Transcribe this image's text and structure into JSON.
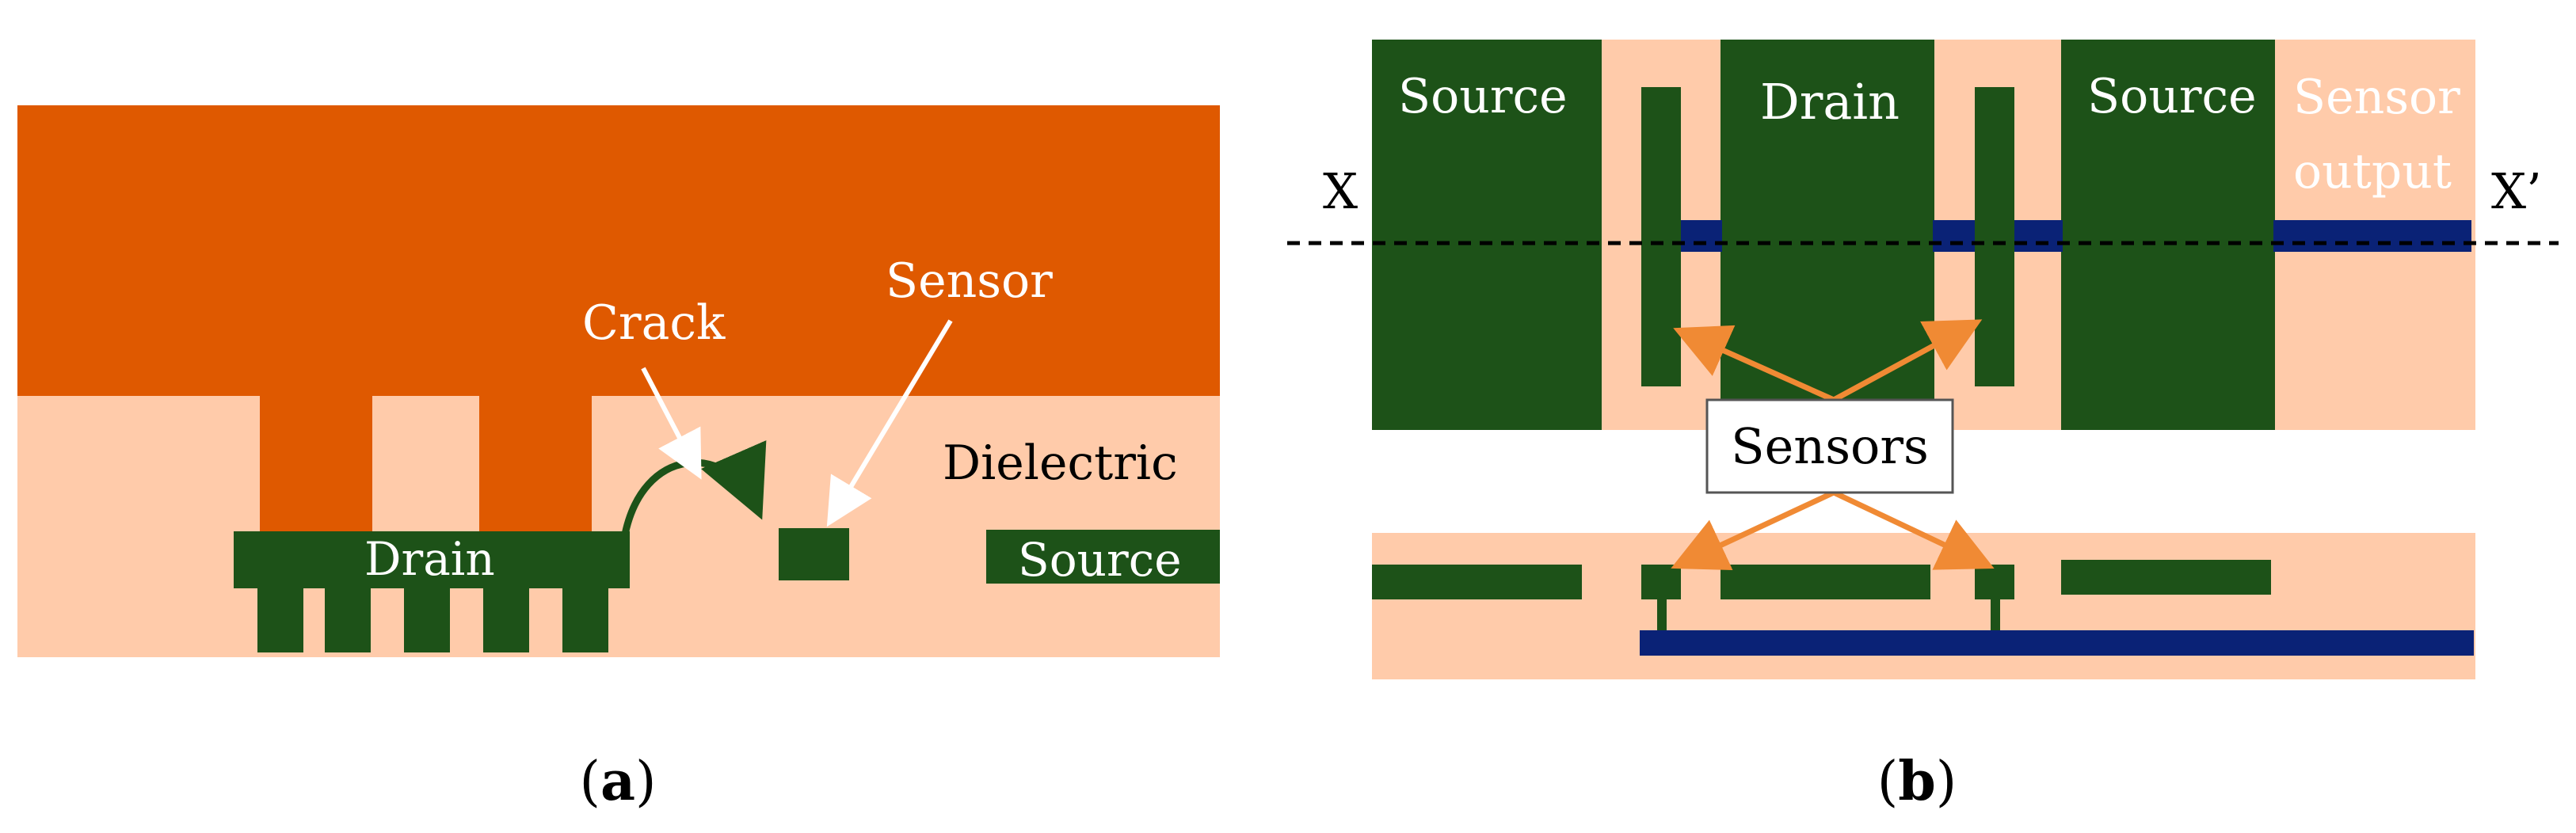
{
  "colors": {
    "metal_top": "#DF5900",
    "dielectric": "#FFCBAA",
    "conductor": "#1D5218",
    "sensor_line": "#0A2276",
    "arrow_orange": "#F08A34",
    "label_white": "#FFFFFF",
    "label_dark": "#000000"
  },
  "panel_a": {
    "caption_open": "(",
    "caption_letter": "a",
    "caption_close": ")",
    "labels": {
      "drain": "Drain",
      "source": "Source",
      "dielectric": "Dielectric",
      "crack": "Crack",
      "sensor": "Sensor"
    }
  },
  "panel_b": {
    "caption_open": "(",
    "caption_letter": "b",
    "caption_close": ")",
    "labels": {
      "source_left": "Source",
      "drain": "Drain",
      "source_right": "Source",
      "sensor_output_line1": "Sensor",
      "sensor_output_line2": "output",
      "x": "X",
      "x_prime": "X’",
      "sensors": "Sensors"
    }
  }
}
